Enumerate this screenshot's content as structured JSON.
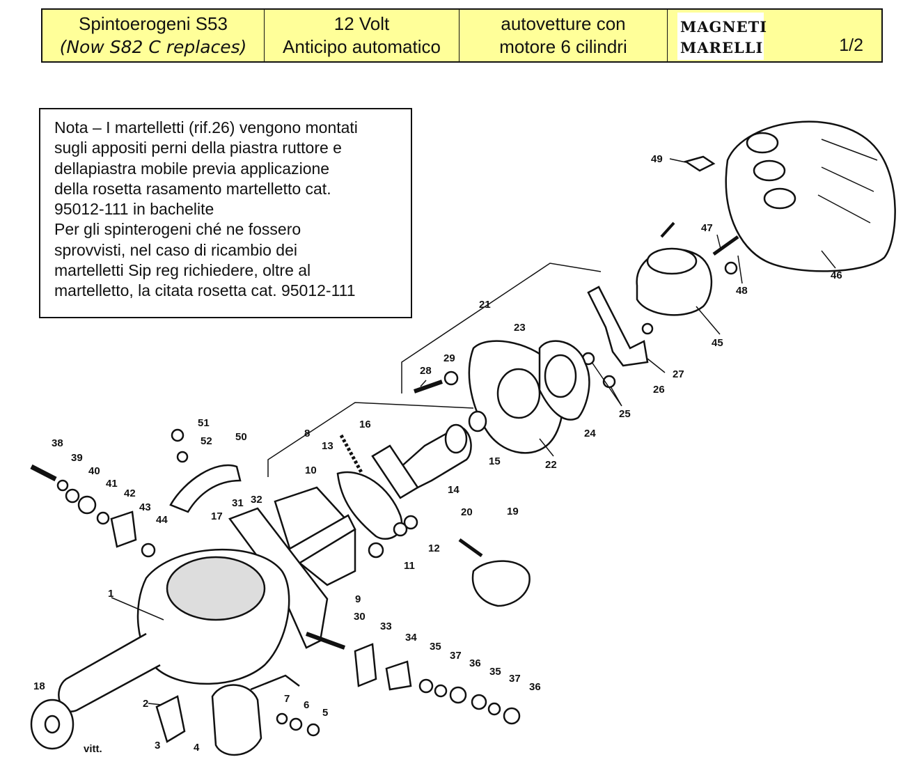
{
  "header": {
    "cell1_line1": "Spintoerogeni S53",
    "cell1_line2": "(Now S82 C replaces)",
    "cell2_line1": "12 Volt",
    "cell2_line2": "Anticipo automatico",
    "cell3_line1": "autovetture con",
    "cell3_line2": "motore 6 cilindri",
    "logo_line1": "MAGNETI",
    "logo_line2": "MARELLI",
    "page": "1/2"
  },
  "note": {
    "lines": [
      "Nota – I martelletti (rif.26) vengono montati",
      "sugli appositi perni della piastra ruttore e",
      "dellapiastra mobile previa applicazione",
      "della rosetta rasamento martelletto cat.",
      "95012-111 in bachelite",
      "Per gli spinterogeni ché ne fossero",
      "sprovvisti, nel caso di ricambio dei",
      "martelletti Sip reg richiedere, oltre al",
      "martelletto, la citata rosetta cat. 95012-111"
    ]
  },
  "diagram": {
    "signature": "vitt.",
    "labels": [
      "1",
      "2",
      "3",
      "4",
      "5",
      "6",
      "7",
      "8",
      "9",
      "10",
      "11",
      "12",
      "13",
      "14",
      "15",
      "16",
      "17",
      "18",
      "19",
      "20",
      "21",
      "22",
      "23",
      "24",
      "25",
      "26",
      "27",
      "28",
      "29",
      "30",
      "31",
      "32",
      "33",
      "34",
      "35",
      "36",
      "37",
      "38",
      "39",
      "40",
      "41",
      "42",
      "43",
      "44",
      "45",
      "46",
      "47",
      "48",
      "49",
      "50",
      "51",
      "52"
    ]
  }
}
